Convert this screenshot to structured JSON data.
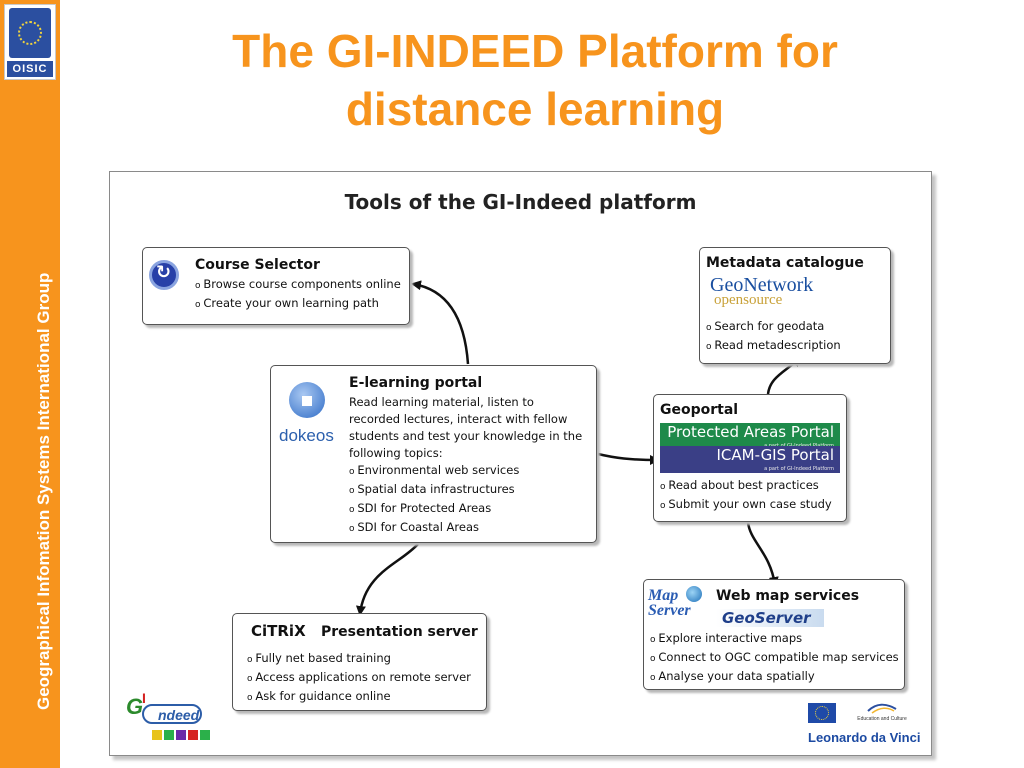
{
  "sidebar": {
    "logo_text": "OISIC",
    "vertical_text": "Geographical Infomation Systems International Group",
    "color": "#f7941d"
  },
  "slide": {
    "title_line1": "The GI-INDEED Platform for",
    "title_line2": "distance learning",
    "title_color": "#f7941d"
  },
  "diagram": {
    "title": "Tools of the GI-Indeed platform",
    "course_selector": {
      "title": "Course Selector",
      "items": [
        "Browse course components online",
        "Create your own learning path"
      ]
    },
    "elearning": {
      "title": "E-learning portal",
      "logo_text": "dokeos",
      "desc": [
        "Read learning material, listen to",
        "recorded lectures, interact with fellow",
        "students and test your knowledge in the",
        "following topics:"
      ],
      "items": [
        "Environmental web services",
        "Spatial data infrastructures",
        "SDI for Protected Areas",
        "SDI for Coastal Areas"
      ]
    },
    "metadata": {
      "title": "Metadata catalogue",
      "logo_line1": "GeoNetwork",
      "logo_line2": "opensource",
      "items": [
        "Search for geodata",
        "Read metadescription"
      ]
    },
    "geoportal": {
      "title": "Geoportal",
      "bar1": "Protected Areas Portal",
      "bar1_sub": "a part of GI-Indeed Platform",
      "bar1_color": "#1e8a4a",
      "bar2": "ICAM-GIS Portal",
      "bar2_sub": "a part of GI-Indeed Platform",
      "bar2_color": "#3a3f86",
      "items": [
        "Read about best practices",
        "Submit your own case study"
      ]
    },
    "presentation": {
      "logo_text": "CiTRiX",
      "title": "Presentation server",
      "items": [
        "Fully net based training",
        "Access applications on remote server",
        "Ask for guidance online"
      ]
    },
    "webmap": {
      "logo_line1": "Map",
      "logo_line2": "Server",
      "logo2": "GeoServer",
      "title": "Web map services",
      "items": [
        "Explore interactive maps",
        "Connect to OGC compatible map services",
        "Analyse your data spatially"
      ]
    },
    "footer": {
      "gi_logo_text": "ndeed",
      "gi_logo_prefix": "G",
      "gi_logo_i": "I",
      "education_text": "Education and Culture",
      "leonardo": "Leonardo da Vinci"
    }
  }
}
